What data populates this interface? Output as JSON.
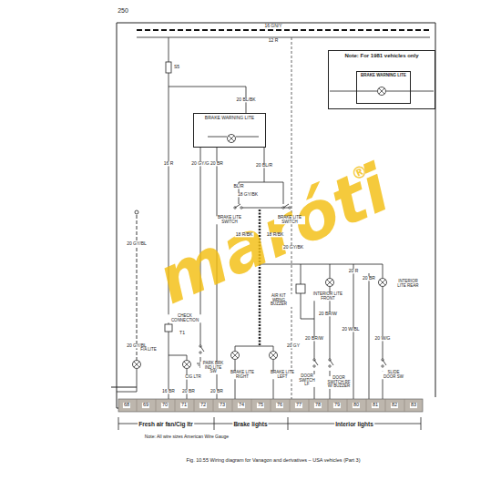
{
  "diagram": {
    "caption": "Fig. 10.55 Wiring diagram for Vanagon and derivatives – USA vehicles (Part 3)",
    "nodes": [
      {
        "text": [
          "BRAKE WARNING LITE"
        ]
      },
      {
        "text": [
          "Note: For 1981 vehicles only"
        ]
      },
      {
        "text": [
          "BRAKE WARNING LITE"
        ],
        "in": 1
      }
    ],
    "labels": [
      "250",
      "16 GN/Y",
      "12 R",
      "S5",
      "20 BL/BK",
      "16 R",
      "20 GY/G",
      "20 BR",
      "20 BL/R",
      "BL/R",
      "18 GY/BK",
      "BRAKE LITE SWITCH",
      "BRAKE LITE SWITCH",
      "18 R/BK",
      "18 R/BK",
      "20 GY/BL",
      "20 GY/BK",
      "20 R",
      "20 BR",
      "INTERIOR LITE FRONT",
      "INTERIOR LITE REAR",
      "AIR KIT WRNG BUZZER",
      "20 BR/W",
      "CHECK CONNECTION",
      "T1",
      "20 GY/BL",
      "20 GY",
      "20 BR/W",
      "20 W/BL",
      "20 W/G",
      "F/A LITE",
      "CIG LTR",
      "PARK BRK IND LITE SW",
      "BRAKE LITE RIGHT",
      "BRAKE LITE LEFT",
      "DOOR SWITCH LF",
      "DOOR SWITCH RF W/ BUZZER",
      "SLIDE DOOR SW",
      "16 BR",
      "20 BR",
      "20 BR",
      "68",
      "69",
      "70",
      "71",
      "72",
      "73",
      "74",
      "75",
      "76",
      "77",
      "78",
      "79",
      "80",
      "81",
      "82",
      "83",
      "Fresh air fan/Cig ltr",
      "Brake lights",
      "Interior lights",
      "Note: All wire sizes American Wire Gauge",
      "maróti",
      "®"
    ]
  }
}
